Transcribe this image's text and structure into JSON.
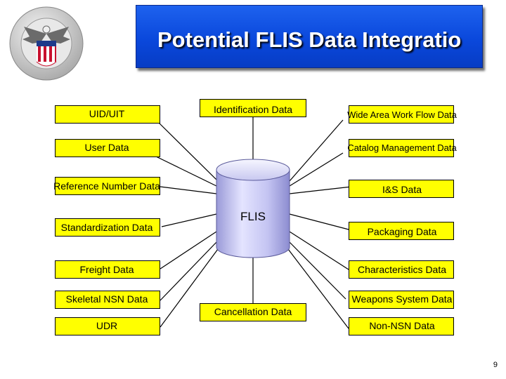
{
  "title": "Potential FLIS Data Integratio",
  "center_node": "FLIS",
  "top_node": "Identification Data",
  "bottom_node": "Cancellation Data",
  "left_nodes": [
    "UID/UIT",
    "User Data",
    "Reference Number Data",
    "Standardization Data",
    "Freight Data",
    "Skeletal NSN Data",
    "UDR"
  ],
  "right_nodes": [
    "Wide Area Work Flow Data",
    "Catalog Management Data",
    "I&S Data",
    "Packaging Data",
    "Characteristics Data",
    "Weapons System Data",
    "Non-NSN Data"
  ],
  "page_number": "9",
  "colors": {
    "box_fill": "#ffff00",
    "banner": "#0a48dc",
    "title_text": "#ffffff",
    "cylinder_light": "#e4e4ff",
    "cylinder_mid": "#c0c0f2",
    "cylinder_dark": "#9a9ad8"
  }
}
